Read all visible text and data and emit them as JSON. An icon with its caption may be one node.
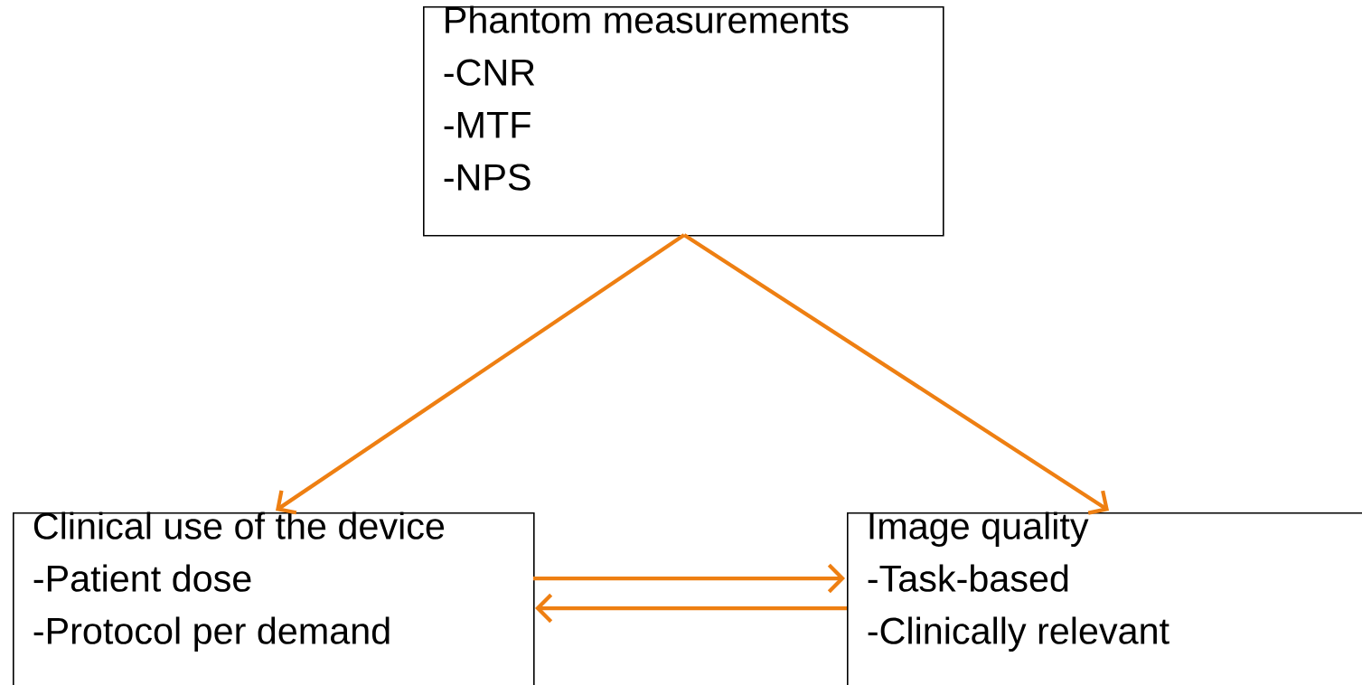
{
  "diagram": {
    "nodes": [
      {
        "text": [
          "Phantom measurements",
          "-CNR",
          "-MTF",
          "-NPS"
        ]
      },
      {
        "text": [
          "Clinical use of the device",
          "-Patient dose",
          "-Protocol per demand"
        ]
      },
      {
        "text": [
          "Image quality",
          "-Task-based",
          "-Clinically relevant"
        ]
      }
    ],
    "edges": [
      {
        "from": 0,
        "to": 1,
        "arrow": "to"
      },
      {
        "from": 0,
        "to": 2,
        "arrow": "to"
      },
      {
        "from": 1,
        "to": 2,
        "arrow": "to"
      },
      {
        "from": 2,
        "to": 1,
        "arrow": "to"
      }
    ]
  }
}
